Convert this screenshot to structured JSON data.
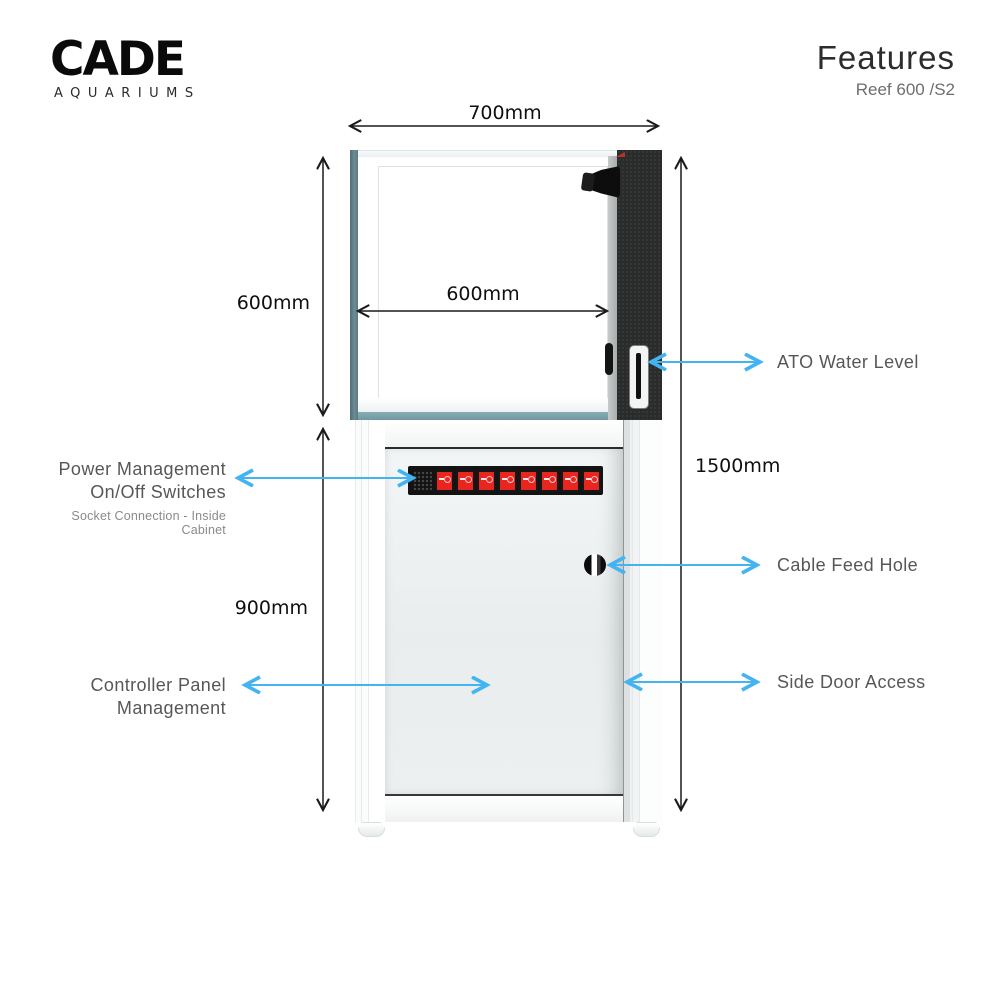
{
  "brand": {
    "name": "CADE",
    "tagline": "AQUARIUMS"
  },
  "header": {
    "title": "Features",
    "model": "Reef 600 /S2"
  },
  "dimensions": {
    "tank_width": "700mm",
    "tank_height": "600mm",
    "inner_width": "600mm",
    "total_height": "1500mm",
    "cabinet_height": "900mm"
  },
  "callouts": {
    "ato": "ATO Water Level",
    "power_line1": "Power Management",
    "power_line2": "On/Off Switches",
    "power_note": "Socket Connection - Inside Cabinet",
    "cable": "Cable Feed Hole",
    "controller_line1": "Controller Panel",
    "controller_line2": "Management",
    "side_door": "Side Door Access"
  },
  "power_strip": {
    "switch_count": 8
  },
  "colors": {
    "accent_arrow": "#43b4f1",
    "dimension_line": "#1a1a1a",
    "overflow_box": "#2a2c2c",
    "switch_red": "#e8251f",
    "glass_edge": "#5f7d87",
    "label_text": "#575757"
  }
}
